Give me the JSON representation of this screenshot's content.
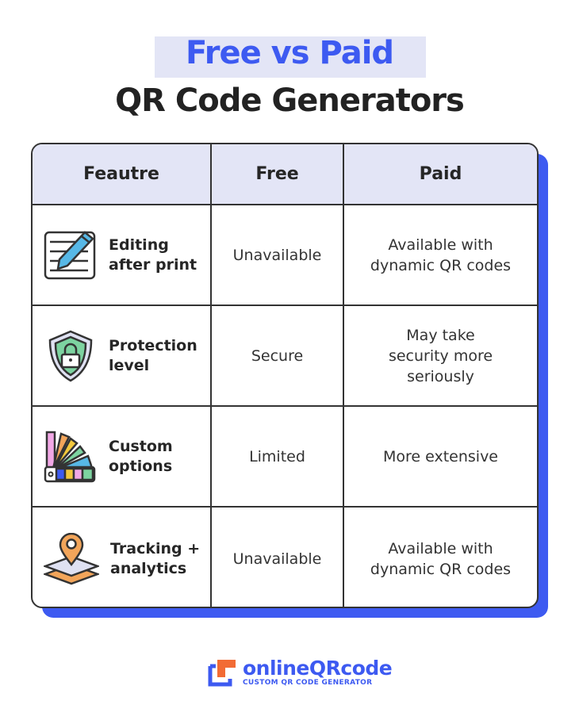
{
  "title": {
    "highlight": "Free vs Paid",
    "main": "QR Code Generators"
  },
  "table": {
    "headers": [
      "Feautre",
      "Free",
      "Paid"
    ],
    "rows": [
      {
        "feature": "Editing after print",
        "icon": "edit-document-icon",
        "free": "Unavailable",
        "paid": "Available with dynamic QR codes"
      },
      {
        "feature": "Protection level",
        "icon": "shield-lock-icon",
        "free": "Secure",
        "paid": "May take security more seriously"
      },
      {
        "feature": "Custom options",
        "icon": "color-swatch-icon",
        "free": "Limited",
        "paid": "More extensive"
      },
      {
        "feature": "Tracking + analytics",
        "icon": "map-pin-icon",
        "free": "Unavailable",
        "paid": "Available with dynamic QR codes"
      }
    ]
  },
  "logo": {
    "name": "onlineQRcode",
    "tagline": "CUSTOM QR CODE GENERATOR"
  },
  "colors": {
    "accent": "#3d5af1",
    "header_bg": "#e3e5f6",
    "logo_orange": "#f26b35"
  }
}
